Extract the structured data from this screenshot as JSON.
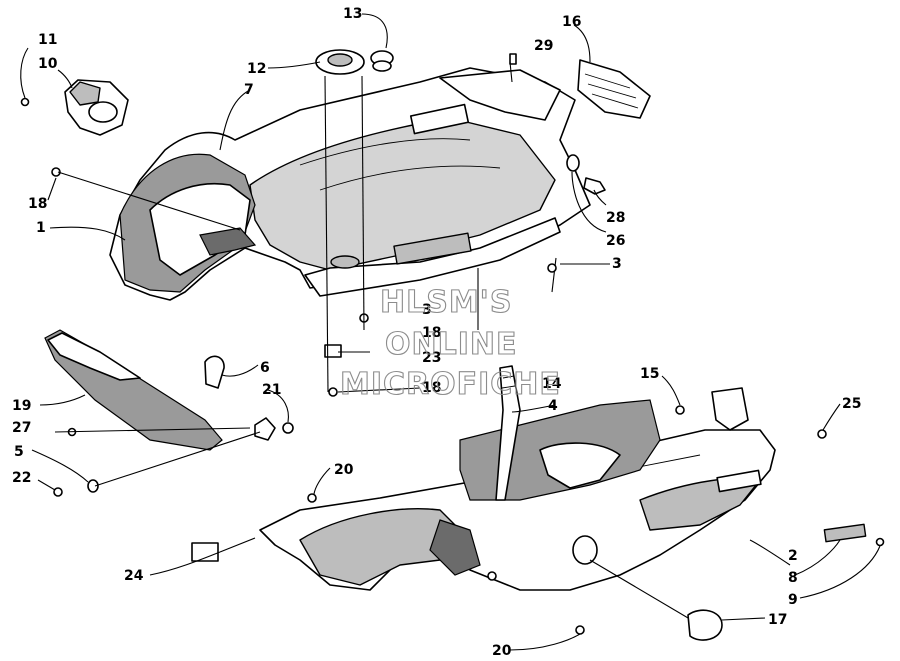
{
  "callouts": [
    "1",
    "2",
    "3",
    "3",
    "4",
    "5",
    "6",
    "7",
    "8",
    "9",
    "10",
    "11",
    "12",
    "13",
    "14",
    "15",
    "16",
    "17",
    "18",
    "18",
    "18",
    "19",
    "20",
    "20",
    "21",
    "22",
    "23",
    "24",
    "25",
    "26",
    "27",
    "28",
    "29"
  ],
  "watermark": {
    "line1": "HLSM'S",
    "line2": "ONLINE",
    "line3": "MICROFICHE"
  },
  "colors": {
    "line": "#000000",
    "shade": "#bdbdbd",
    "dark": "#6b6b6b",
    "watermark": "#8c8c8c"
  }
}
